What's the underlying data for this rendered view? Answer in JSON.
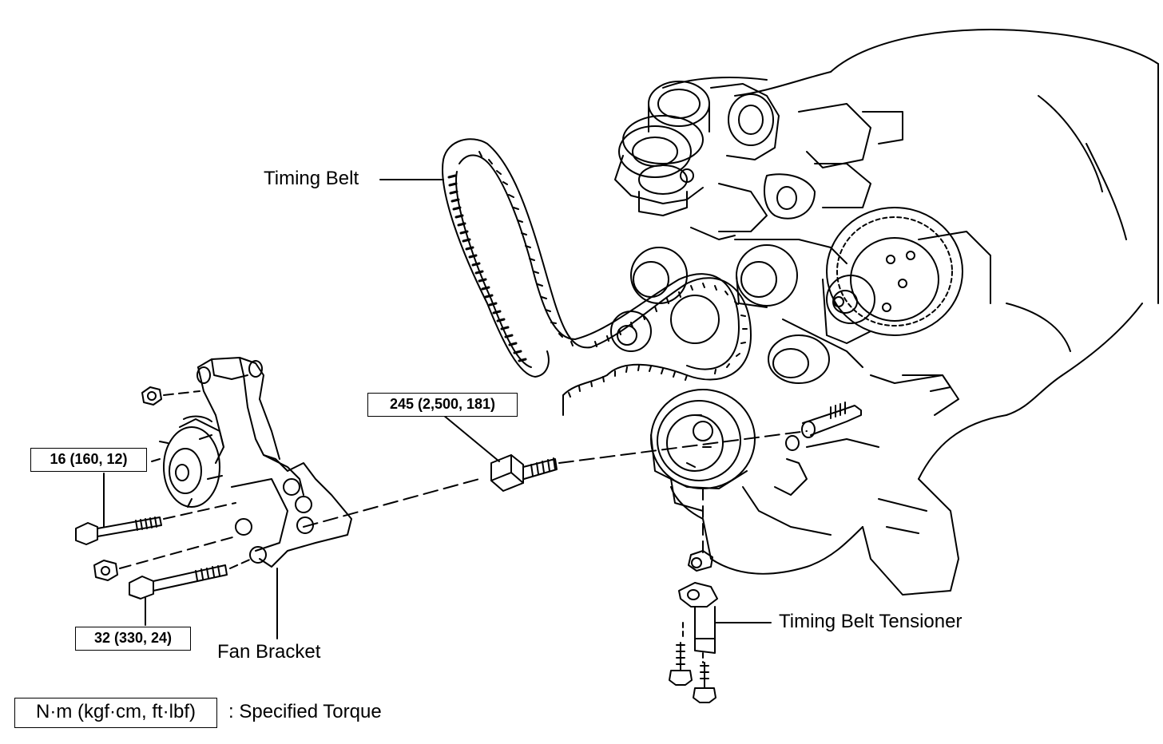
{
  "labels": {
    "timing_belt": "Timing Belt",
    "timing_belt_tensioner": "Timing Belt Tensioner",
    "fan_bracket": "Fan Bracket"
  },
  "torques": {
    "crank_bolt": "245 (2,500, 181)",
    "bracket_bolt_upper": "16 (160, 12)",
    "bracket_bolt_lower": "32 (330, 24)"
  },
  "legend": {
    "units": "N·m (kgf·cm, ft·lbf)",
    "meaning": ": Specified Torque"
  },
  "icons": [
    "bolt-icon",
    "nut-icon",
    "pulley-icon",
    "timing-belt-icon"
  ],
  "colors": {
    "ink": "#000000",
    "paper": "#ffffff"
  }
}
